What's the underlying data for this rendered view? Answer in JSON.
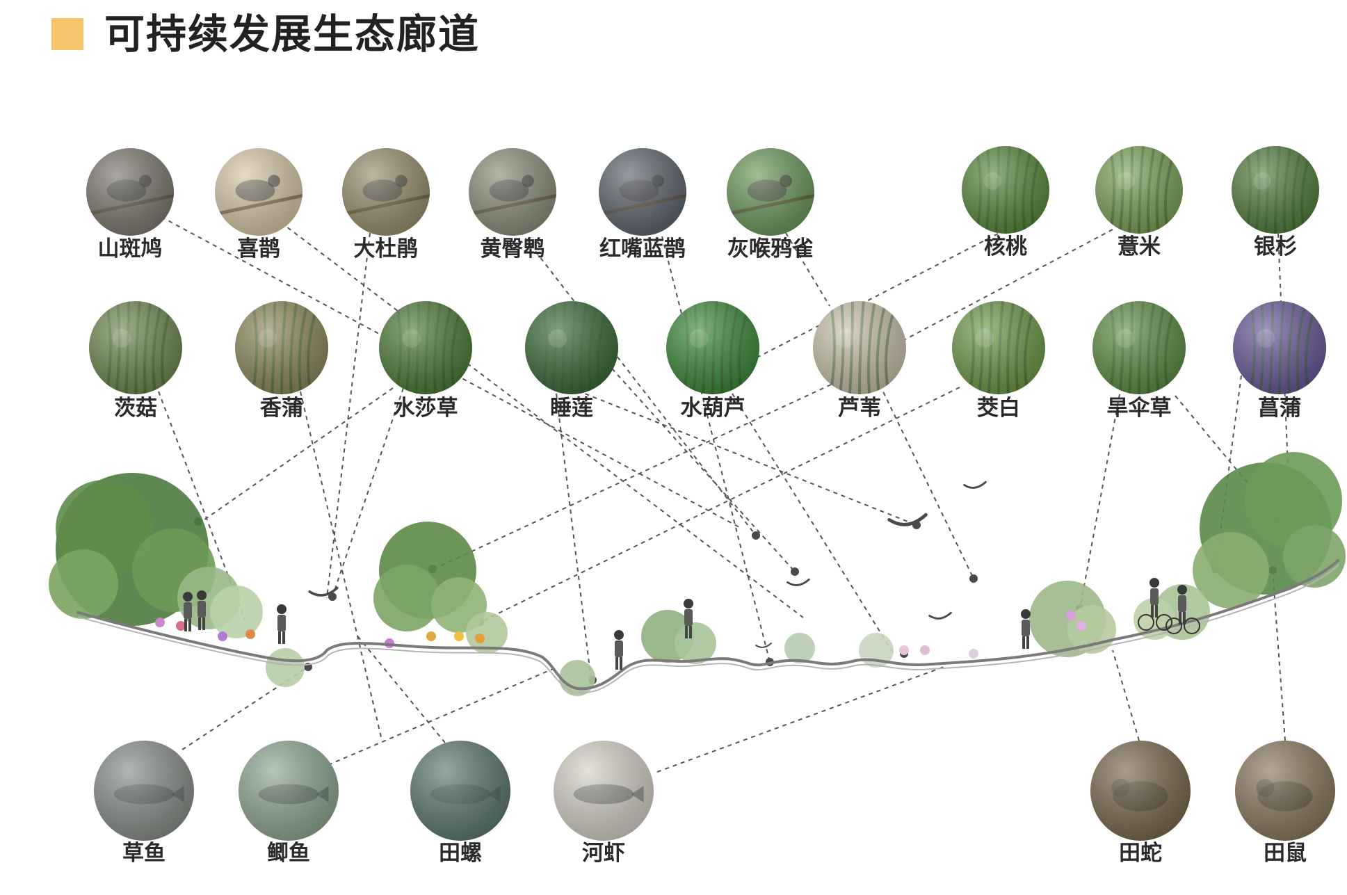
{
  "title": "可持续发展生态廊道",
  "colors": {
    "accent": "#f7c56b",
    "link_line": "#555555",
    "ground_line": "#7a7a7a"
  },
  "species": [
    {
      "id": "sp1",
      "name": "山斑鸠",
      "group": "bird",
      "color": "#7d7a70"
    },
    {
      "id": "sp2",
      "name": "喜鹊",
      "group": "bird",
      "color": "#d9c9a8"
    },
    {
      "id": "sp3",
      "name": "大杜鹃",
      "group": "bird",
      "color": "#9a8f6e"
    },
    {
      "id": "sp4",
      "name": "黄臀鹎",
      "group": "bird",
      "color": "#8c8f7a"
    },
    {
      "id": "sp5",
      "name": "红嘴蓝鹊",
      "group": "bird",
      "color": "#5f6670"
    },
    {
      "id": "sp6",
      "name": "灰喉鸦雀",
      "group": "bird",
      "color": "#6e9a5e"
    },
    {
      "id": "sp7",
      "name": "核桃",
      "group": "plant",
      "color": "#5a8a3e"
    },
    {
      "id": "sp8",
      "name": "薏米",
      "group": "plant",
      "color": "#7da35a"
    },
    {
      "id": "sp9",
      "name": "银杉",
      "group": "plant",
      "color": "#55803f"
    },
    {
      "id": "sp10",
      "name": "茨菇",
      "group": "plant",
      "color": "#6f8a52"
    },
    {
      "id": "sp11",
      "name": "香蒲",
      "group": "plant",
      "color": "#8f8a5e"
    },
    {
      "id": "sp12",
      "name": "水莎草",
      "group": "plant",
      "color": "#4f7d3a"
    },
    {
      "id": "sp13",
      "name": "睡莲",
      "group": "plant",
      "color": "#3c6b3a"
    },
    {
      "id": "sp14",
      "name": "水葫芦",
      "group": "plant",
      "color": "#3e8a3a"
    },
    {
      "id": "sp15",
      "name": "芦苇",
      "group": "plant",
      "color": "#c9c2ab"
    },
    {
      "id": "sp16",
      "name": "茭白",
      "group": "plant",
      "color": "#6f9a4a"
    },
    {
      "id": "sp17",
      "name": "旱伞草",
      "group": "plant",
      "color": "#5f8f45"
    },
    {
      "id": "sp18",
      "name": "菖蒲",
      "group": "plant",
      "color": "#6a5a9a"
    },
    {
      "id": "sp19",
      "name": "草鱼",
      "group": "aquatic",
      "color": "#8a908a"
    },
    {
      "id": "sp20",
      "name": "鲫鱼",
      "group": "aquatic",
      "color": "#8fa890"
    },
    {
      "id": "sp21",
      "name": "田螺",
      "group": "aquatic",
      "color": "#5e7a6e"
    },
    {
      "id": "sp22",
      "name": "河虾",
      "group": "aquatic",
      "color": "#d6d2c8"
    },
    {
      "id": "sp23",
      "name": "田蛇",
      "group": "ground",
      "color": "#7a6a4e"
    },
    {
      "id": "sp24",
      "name": "田鼠",
      "group": "ground",
      "color": "#8a7a5e"
    }
  ]
}
